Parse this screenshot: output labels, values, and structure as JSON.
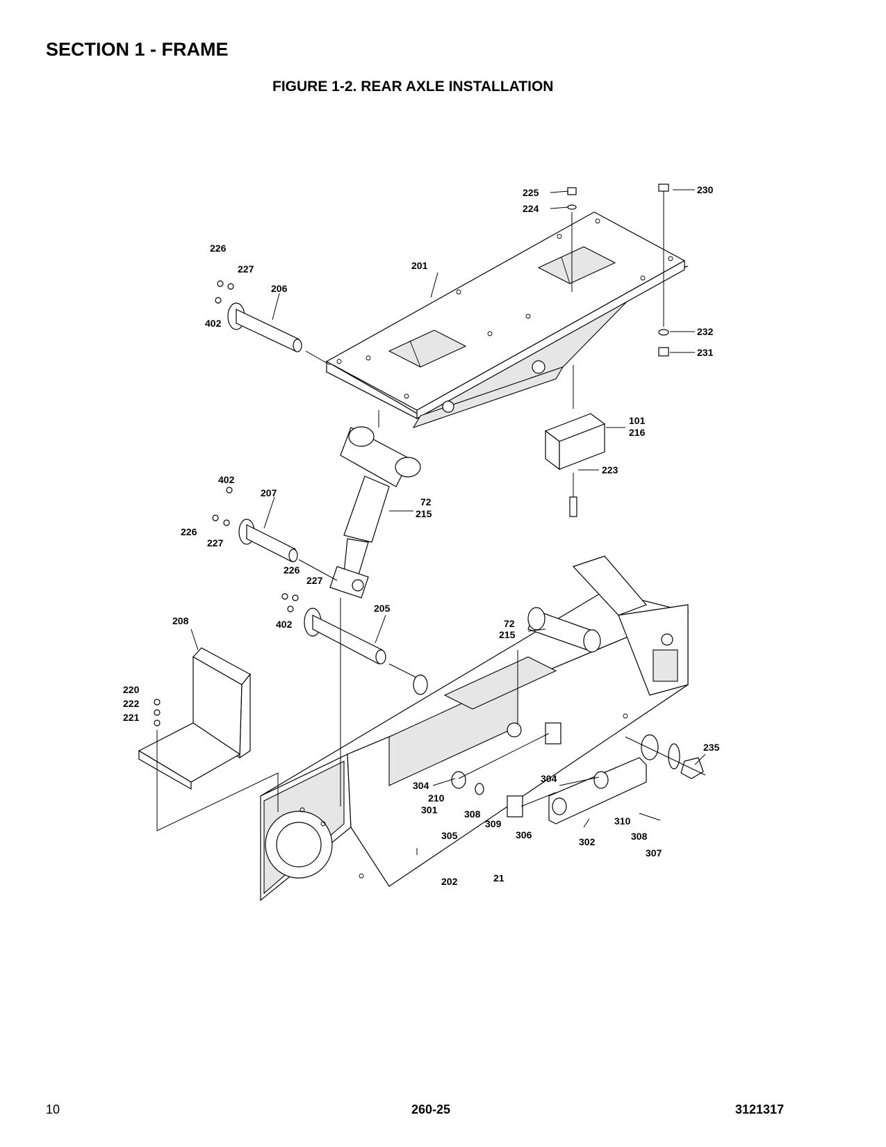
{
  "header": {
    "section_title": "SECTION 1 - FRAME",
    "figure_title": "FIGURE 1-2. REAR AXLE INSTALLATION"
  },
  "callouts": [
    {
      "key": "c225",
      "text": "225"
    },
    {
      "key": "c224",
      "text": "224"
    },
    {
      "key": "c230",
      "text": "230"
    },
    {
      "key": "c226a",
      "text": "226"
    },
    {
      "key": "c227a",
      "text": "227"
    },
    {
      "key": "c201",
      "text": "201"
    },
    {
      "key": "c206",
      "text": "206"
    },
    {
      "key": "c402a",
      "text": "402"
    },
    {
      "key": "c232",
      "text": "232"
    },
    {
      "key": "c231",
      "text": "231"
    },
    {
      "key": "c101",
      "text": "101"
    },
    {
      "key": "c216",
      "text": "216"
    },
    {
      "key": "c223",
      "text": "223"
    },
    {
      "key": "c402b",
      "text": "402"
    },
    {
      "key": "c207",
      "text": "207"
    },
    {
      "key": "c72a",
      "text": "72"
    },
    {
      "key": "c215a",
      "text": "215"
    },
    {
      "key": "c226b",
      "text": "226"
    },
    {
      "key": "c227b",
      "text": "227"
    },
    {
      "key": "c226c",
      "text": "226"
    },
    {
      "key": "c227c",
      "text": "227"
    },
    {
      "key": "c402c",
      "text": "402"
    },
    {
      "key": "c205",
      "text": "205"
    },
    {
      "key": "c208",
      "text": "208"
    },
    {
      "key": "c72b",
      "text": "72"
    },
    {
      "key": "c215b",
      "text": "215"
    },
    {
      "key": "c220",
      "text": "220"
    },
    {
      "key": "c222",
      "text": "222"
    },
    {
      "key": "c221",
      "text": "221"
    },
    {
      "key": "c235",
      "text": "235"
    },
    {
      "key": "c304a",
      "text": "304"
    },
    {
      "key": "c304b",
      "text": "304"
    },
    {
      "key": "c210",
      "text": "210"
    },
    {
      "key": "c301",
      "text": "301"
    },
    {
      "key": "c308a",
      "text": "308"
    },
    {
      "key": "c309",
      "text": "309"
    },
    {
      "key": "c305",
      "text": "305"
    },
    {
      "key": "c306",
      "text": "306"
    },
    {
      "key": "c302",
      "text": "302"
    },
    {
      "key": "c310",
      "text": "310"
    },
    {
      "key": "c308b",
      "text": "308"
    },
    {
      "key": "c307",
      "text": "307"
    },
    {
      "key": "c21",
      "text": "21"
    },
    {
      "key": "c202",
      "text": "202"
    }
  ],
  "footer": {
    "page_number": "10",
    "model": "260-25",
    "doc_number": "3121317"
  }
}
